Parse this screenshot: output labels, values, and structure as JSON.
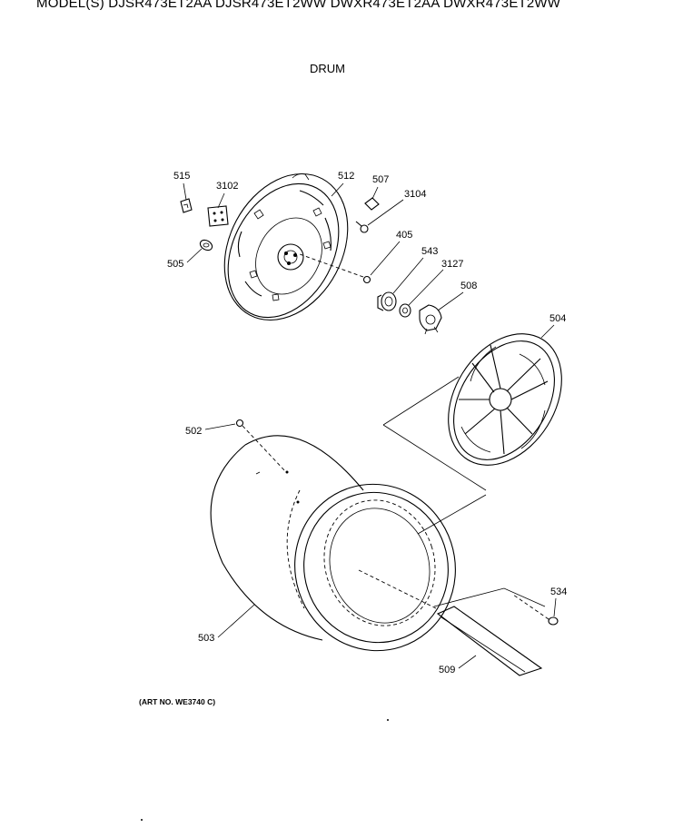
{
  "header": {
    "models": "MODEL(S) DJSR473ET2AA  DJSR473ET2WW  DWXR473ET2AA  DWXR473ET2WW"
  },
  "title": "DRUM",
  "art_number": "(ART NO. WE3740 C)",
  "callouts": {
    "c515": "515",
    "c3102": "3102",
    "c512": "512",
    "c507": "507",
    "c3104": "3104",
    "c505": "505",
    "c405": "405",
    "c543": "543",
    "c3127": "3127",
    "c508": "508",
    "c504": "504",
    "c502": "502",
    "c503": "503",
    "c534": "534",
    "c509": "509"
  }
}
